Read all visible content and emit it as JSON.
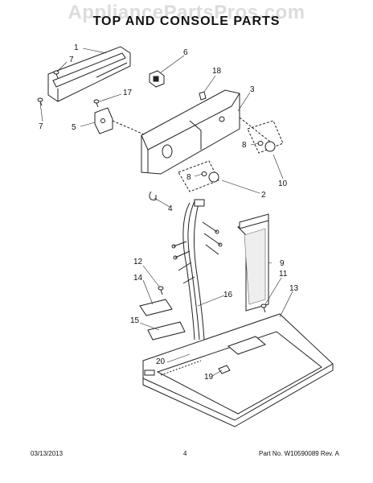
{
  "watermark": "AppliancePartsPros.com",
  "title": "TOP AND CONSOLE PARTS",
  "callouts": {
    "c1": "1",
    "c2": "2",
    "c3": "3",
    "c4": "4",
    "c5": "5",
    "c6": "6",
    "c7a": "7",
    "c7b": "7",
    "c8a": "8",
    "c8b": "8",
    "c9": "9",
    "c10": "10",
    "c11": "11",
    "c12": "12",
    "c13": "13",
    "c14": "14",
    "c15": "15",
    "c16": "16",
    "c17": "17",
    "c18": "18",
    "c19": "19",
    "c20": "20"
  },
  "footer": {
    "date": "03/13/2013",
    "page": "4",
    "part_number": "Part No. W10590089  Rev. A"
  }
}
